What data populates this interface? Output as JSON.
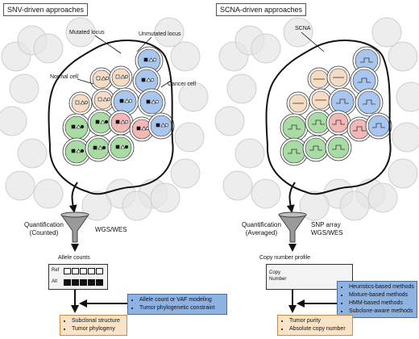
{
  "panels": {
    "snv": {
      "title": "SNV-driven approaches",
      "labels": {
        "mutated_locus": "Mutated locus",
        "unmutated_locus": "Unmutated locus",
        "normal_cell": "Normal  cell",
        "cancer_cell": "Cancer cell"
      },
      "quantification": "Quantification\n(Counted)",
      "platform": "WGS/WES",
      "readout_title": "Allele counts",
      "ref_label": "Ref",
      "alt_label": "Alt",
      "methods": [
        "Allele count or VAF modeling",
        "Tumor phylogenetic constraint"
      ],
      "outputs": [
        "Subclonal structure",
        "Tumor phylogeny"
      ]
    },
    "scna": {
      "title": "SCNA-driven approaches",
      "labels": {
        "scna": "SCNA"
      },
      "quantification": "Quantification\n(Averaged)",
      "platform": "SNP array\nWGS/WES",
      "readout_title": "Copy number profile",
      "copy_number_label": "Copy\nNumber",
      "methods": [
        "Heuristics-based methods",
        "Mixture-based methods",
        "HMM-based methods",
        "Subclone-aware methods"
      ],
      "outputs": [
        "Tumor purity",
        "Absolute copy number"
      ]
    }
  },
  "colors": {
    "blue_cell": "#a9c6ee",
    "green_cell": "#a9dca4",
    "pink_cell": "#f2b7b7",
    "normal_cell": "#f6dcc4",
    "method_box": "#8eb2e2",
    "output_box": "#fbe3c8",
    "background_cell": "#e6e6e6"
  },
  "icons": [
    "funnel-icon",
    "arrow-icon"
  ]
}
